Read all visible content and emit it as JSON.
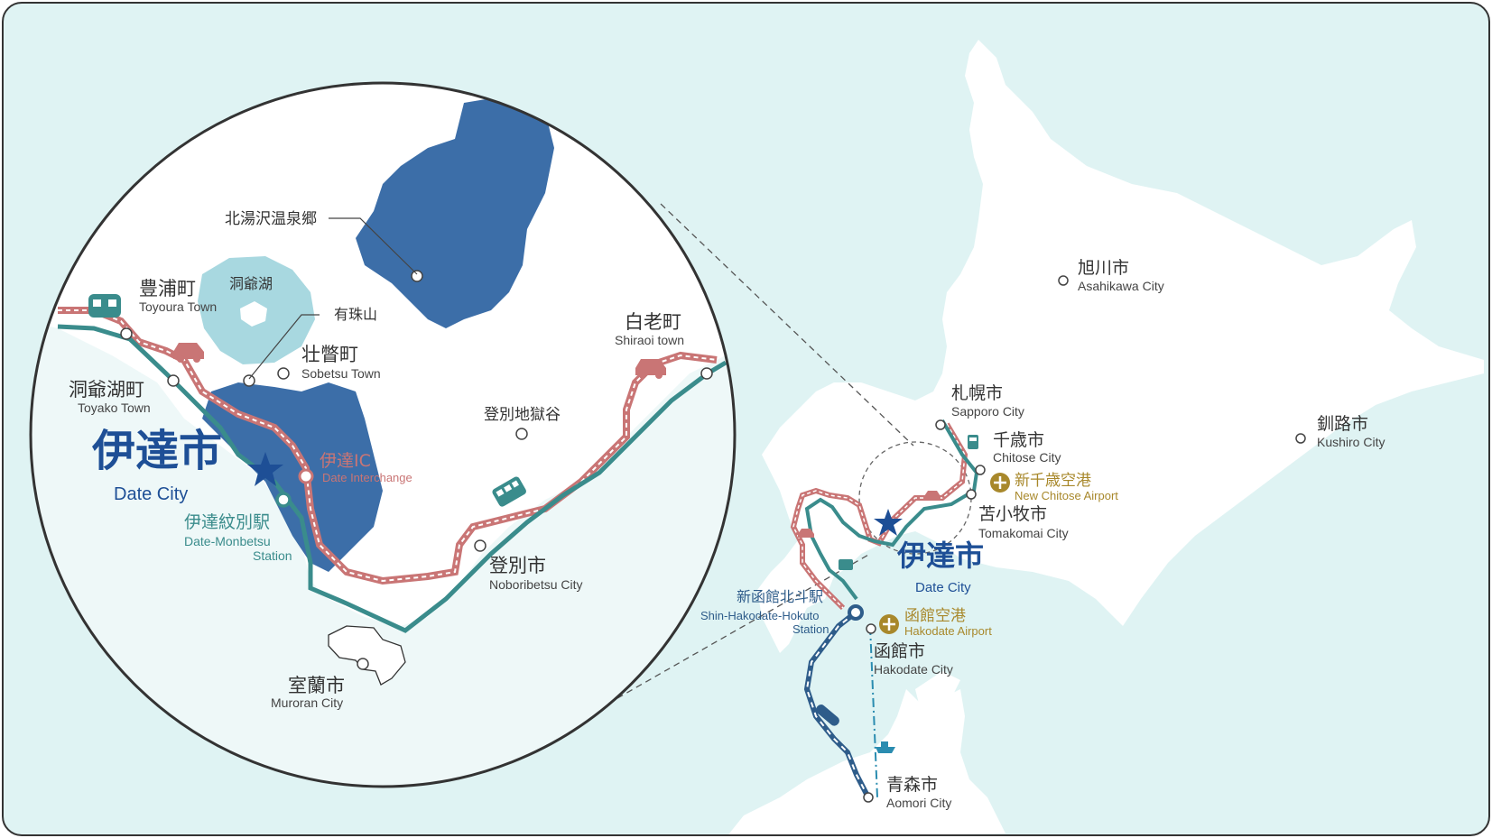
{
  "colors": {
    "sea": "#dff3f3",
    "land": "#ffffff",
    "lake_dark": "#3c6ea8",
    "lake_light": "#a8d8e0",
    "rail": "#3a8c8c",
    "road": "#c97575",
    "star": "#1e4f96",
    "airport": "#a8882b",
    "shinkansen": "#2e5c8a",
    "ferry": "#2a8cb0"
  },
  "inset": {
    "date_city_jp": "伊達市",
    "date_city_en": "Date City",
    "date_ic_jp": "伊達IC",
    "date_ic_en": "Date Interchange",
    "date_monbetsu_jp": "伊達紋別駅",
    "date_monbetsu_en_1": "Date-Monbetsu",
    "date_monbetsu_en_2": "Station",
    "toyoura_jp": "豊浦町",
    "toyoura_en": "Toyoura Town",
    "toyako_lake": "洞爺湖",
    "usuzan": "有珠山",
    "sobetsu_jp": "壮瞥町",
    "sobetsu_en": "Sobetsu Town",
    "toyako_jp": "洞爺湖町",
    "toyako_en": "Toyako Town",
    "kitayuzawa": "北湯沢温泉郷",
    "shiraoi_jp": "白老町",
    "shiraoi_en": "Shiraoi town",
    "jigokudani": "登別地獄谷",
    "noboribetsu_jp": "登別市",
    "noboribetsu_en": "Noboribetsu City",
    "muroran_jp": "室蘭市",
    "muroran_en": "Muroran City"
  },
  "hokkaido": {
    "asahikawa_jp": "旭川市",
    "asahikawa_en": "Asahikawa City",
    "sapporo_jp": "札幌市",
    "sapporo_en": "Sapporo City",
    "chitose_jp": "千歳市",
    "chitose_en": "Chitose City",
    "new_chitose_jp": "新千歳空港",
    "new_chitose_en": "New Chitose Airport",
    "tomakomai_jp": "苫小牧市",
    "tomakomai_en": "Tomakomai City",
    "kushiro_jp": "釧路市",
    "kushiro_en": "Kushiro City",
    "date_city_jp": "伊達市",
    "date_city_en": "Date City",
    "shin_hakodate_jp": "新函館北斗駅",
    "shin_hakodate_en_1": "Shin-Hakodate-Hokuto",
    "shin_hakodate_en_2": "Station",
    "hakodate_airport_jp": "函館空港",
    "hakodate_airport_en": "Hakodate Airport",
    "hakodate_jp": "函館市",
    "hakodate_en": "Hakodate City",
    "aomori_jp": "青森市",
    "aomori_en": "Aomori City"
  },
  "icons": [
    "train-icon",
    "car-icon",
    "bus-icon",
    "airport-icon",
    "ship-icon",
    "star-marker-icon"
  ]
}
